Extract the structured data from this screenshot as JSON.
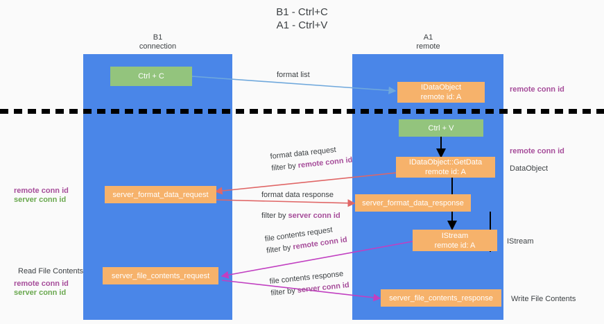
{
  "title": "B1 - Ctrl+C\nA1 - Ctrl+V",
  "columns": [
    {
      "id": "b1",
      "name": "B1",
      "role": "connection"
    },
    {
      "id": "a1",
      "name": "A1",
      "role": "remote"
    }
  ],
  "colors": {
    "lane": "#4a86e8",
    "green_node": "#93c47d",
    "orange_node": "#f6b26b",
    "remote_conn_id": "#a64d9a",
    "server_conn_id": "#6aa84f",
    "arrow_format_list": "#6fa8dc",
    "arrow_format_data": "#e06666",
    "arrow_file_contents": "#c13fc1",
    "arrow_black": "#000000",
    "divider": "#000000",
    "background": "#fafafa"
  },
  "nodes": {
    "ctrl_c": {
      "line1": "Ctrl + C",
      "line2": ""
    },
    "idataobject": {
      "line1": "IDataObject",
      "line2": "remote id: A"
    },
    "ctrl_v": {
      "line1": "Ctrl + V",
      "line2": ""
    },
    "getdata": {
      "line1": "IDataObject::GetData",
      "line2": "remote id: A"
    },
    "server_format_data_request": {
      "line1": "server_format_data_request",
      "line2": ""
    },
    "server_format_data_response": {
      "line1": "server_format_data_response",
      "line2": ""
    },
    "istream": {
      "line1": "IStream",
      "line2": "remote id: A"
    },
    "server_file_contents_request": {
      "line1": "server_file_contents_request",
      "line2": ""
    },
    "server_file_contents_response": {
      "line1": "server_file_contents_response",
      "line2": ""
    }
  },
  "edge_labels": {
    "format_list": "format list",
    "format_data_request": "format data request",
    "format_data_request_filter_prefix": "filter by ",
    "format_data_request_filter_key": "remote conn id",
    "format_data_response": "format data response",
    "format_data_response_filter_prefix": "filter by ",
    "format_data_response_filter_key": "server conn id",
    "file_contents_request": "file contents request",
    "file_contents_request_filter_prefix": "filter by ",
    "file_contents_request_filter_key": "remote conn id",
    "file_contents_response": "file contents response",
    "file_contents_response_filter_prefix": "filter by ",
    "file_contents_response_filter_key": "server conn id"
  },
  "annotations": {
    "right_remote_conn_id_top": "remote conn id",
    "right_remote_conn_id_mid": "remote conn id",
    "right_dataobject": "DataObject",
    "right_istream": "IStream",
    "right_write_file_contents": "Write File Contents",
    "left_remote_conn_id_mid": "remote conn id",
    "left_server_conn_id_mid": "server conn id",
    "left_read_file_contents": "Read File Contents",
    "left_remote_conn_id_bottom": "remote conn id",
    "left_server_conn_id_bottom": "server conn id"
  }
}
